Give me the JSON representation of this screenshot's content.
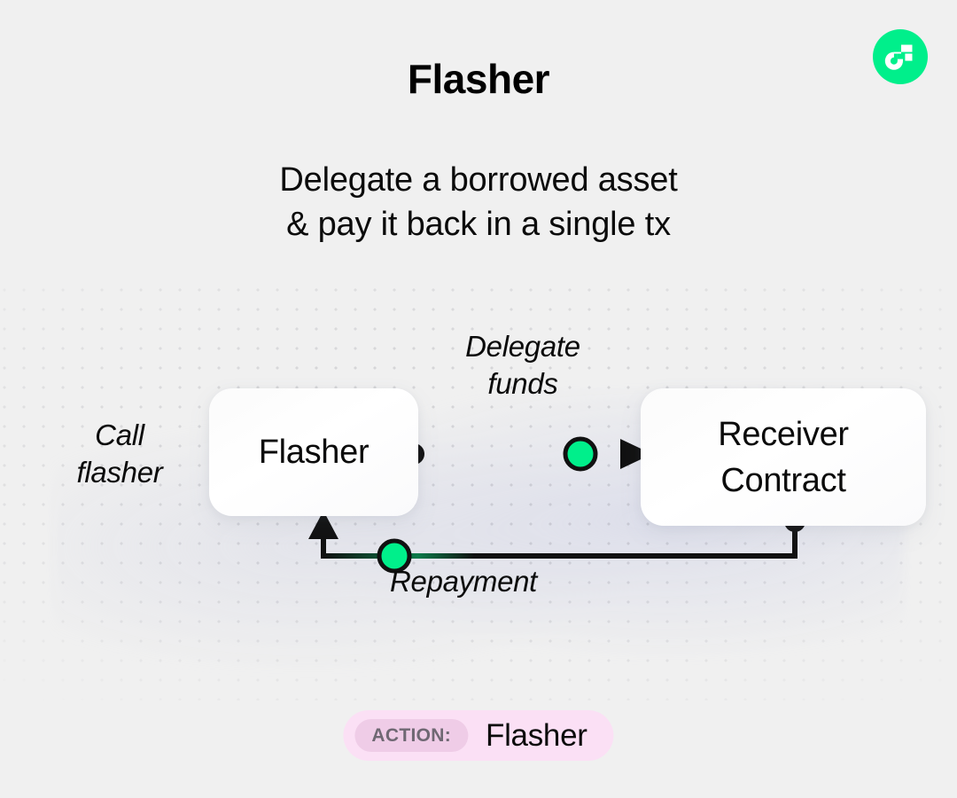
{
  "brand": {
    "logo_icon": "flow-logo-icon",
    "logo_color": "#00EF8B",
    "logo_mark_color": "#FFFFFF"
  },
  "header": {
    "title": "Flasher"
  },
  "subtitle": {
    "line1": "Delegate a borrowed asset",
    "line2": "& pay it back in a single tx"
  },
  "diagram": {
    "nodes": {
      "flasher": {
        "label": "Flasher"
      },
      "receiver": {
        "line1": "Receiver",
        "line2": "Contract"
      }
    },
    "edges": {
      "call": {
        "line1": "Call",
        "line2": "flasher"
      },
      "delegate": {
        "line1": "Delegate",
        "line2": "funds"
      },
      "repayment": {
        "line1": "Repayment"
      }
    },
    "colors": {
      "accent_green": "#00EF8B",
      "line_black": "#111111",
      "card_white": "#FFFFFF",
      "background": "#F0F0F0"
    }
  },
  "action_badge": {
    "key": "ACTION:",
    "value": "Flasher",
    "pill_color": "#FBE0F5",
    "key_pill_color": "#EFCCE7"
  }
}
